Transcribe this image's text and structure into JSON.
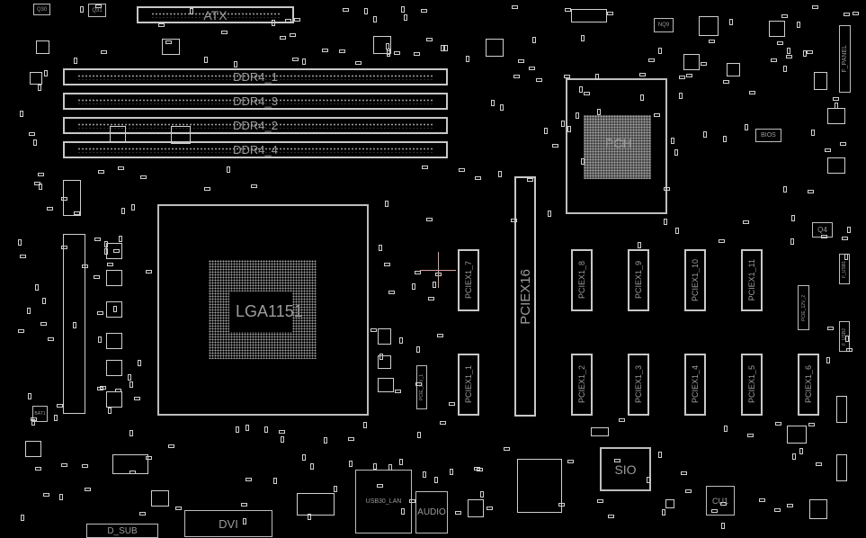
{
  "board": {
    "atx": "ATX",
    "memory_slots": [
      "DDR4_1",
      "DDR4_3",
      "DDR4_2",
      "DDR4_4"
    ],
    "cpu_socket": "LGA1151",
    "pch": "PCH",
    "bios": "BIOS",
    "front_panel": "F_PANEL",
    "sio": "SIO",
    "cu1": "CU1",
    "audio": "AUDIO",
    "usb_lan": "USB30_LAN",
    "dvi": "DVI",
    "dsub": "D_SUB",
    "pciex16": "PCIEX16",
    "pciex1_top": [
      "PCIEX1_7",
      "PCIEX1_8",
      "PCIEX1_9",
      "PCIEX1_10",
      "PCIEX1_11"
    ],
    "pciex1_bottom": [
      "PCIEX1_1",
      "PCIEX1_2",
      "PCIEX1_3",
      "PCIEX1_4",
      "PCIEX1_5",
      "PCIEX1_6"
    ],
    "pcie_12v_1": "PCIE_12V_1",
    "pcie_12v_2": "PCIE_12V_2",
    "f_usb1": "F_USB1",
    "f_usb2": "F_USB2",
    "q30": "Q30",
    "q31": "Q31",
    "q4": "Q4",
    "nq9": "NQ9",
    "bat": "BAT1"
  },
  "colors": {
    "background": "#000000",
    "outline": "#bdbdbd",
    "cursor": "#d8a0a0"
  }
}
